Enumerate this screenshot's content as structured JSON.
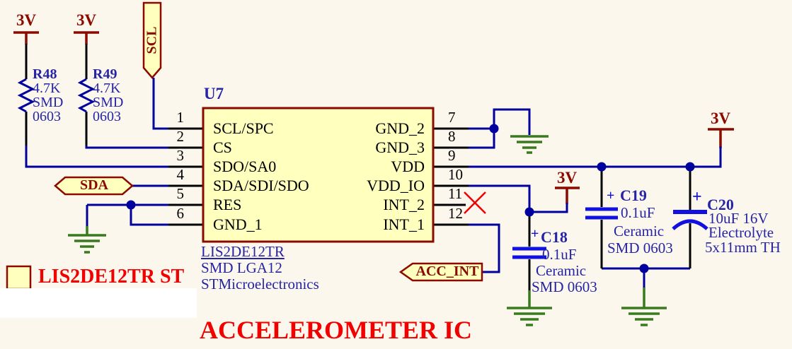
{
  "title": "ACCELEROMETER IC",
  "side_note": "LIS2DE12TR ST",
  "power": {
    "label": "3V"
  },
  "flags": {
    "scl": "SCL",
    "sda": "SDA",
    "acc_int": "ACC_INT"
  },
  "resistors": [
    {
      "ref": "R48",
      "value": "4.7K",
      "line3": "SMD",
      "line4": "0603"
    },
    {
      "ref": "R49",
      "value": "4.7K",
      "line3": "SMD",
      "line4": "0603"
    }
  ],
  "capacitors": [
    {
      "ref": "C18",
      "plus": "+",
      "value": "0.1uF",
      "line3": "Ceramic",
      "line4": "SMD 0603"
    },
    {
      "ref": "C19",
      "plus": "+",
      "value": "0.1uF",
      "line3": "Ceramic",
      "line4": "SMD 0603"
    },
    {
      "ref": "C20",
      "plus": "+",
      "value": "10uF 16V",
      "line3": "Electrolyte",
      "line4": "5x11mm TH"
    }
  ],
  "ic": {
    "ref": "U7",
    "part": "LIS2DE12TR",
    "package": "SMD LGA12",
    "manufacturer": "STMicroelectronics",
    "left_pins": [
      {
        "num": "1",
        "name": "SCL/SPC"
      },
      {
        "num": "2",
        "name": "CS"
      },
      {
        "num": "3",
        "name": "SDO/SA0"
      },
      {
        "num": "4",
        "name": "SDA/SDI/SDO"
      },
      {
        "num": "5",
        "name": "RES"
      },
      {
        "num": "6",
        "name": "GND_1"
      }
    ],
    "right_pins": [
      {
        "num": "7",
        "name": "GND_2"
      },
      {
        "num": "8",
        "name": "GND_3"
      },
      {
        "num": "9",
        "name": "VDD"
      },
      {
        "num": "10",
        "name": "VDD_IO"
      },
      {
        "num": "11",
        "name": "INT_2"
      },
      {
        "num": "12",
        "name": "INT_1"
      }
    ]
  },
  "colors": {
    "background": "#FCF7EC",
    "wire_blue": "#00009E",
    "component_fill": "#FFFFBE",
    "component_border": "#8B0A00",
    "ground_green": "#3A7A1E",
    "capacitor_blue": "#1010E0",
    "label_blue": "#2525A6",
    "alert_red": "#F20000"
  }
}
